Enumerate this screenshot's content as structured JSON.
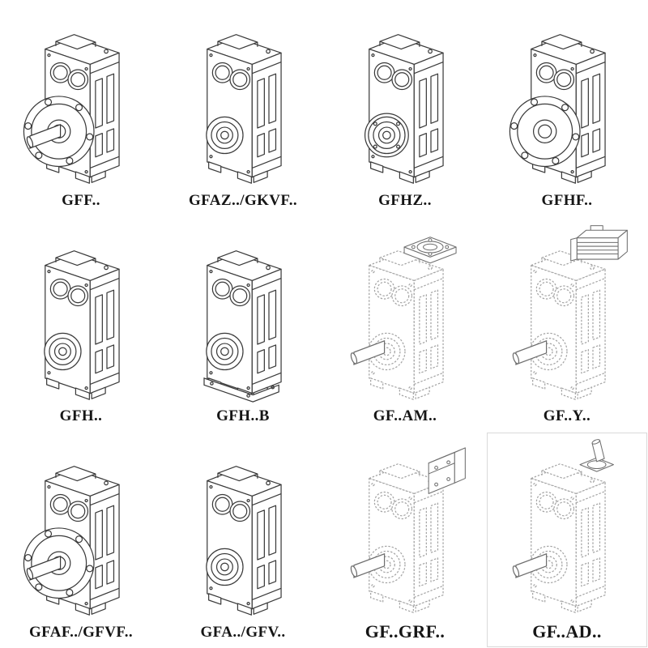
{
  "page": {
    "background": "#ffffff",
    "line_color": "#3a3a3a",
    "phantom_line_color": "#a3a3a3",
    "label_color": "#161616",
    "description_of_content": "Catalog grid of 12 isometric technical line drawings of parallel-shaft helical gear units, each with a bold model-code label"
  },
  "catalog": {
    "rows": 3,
    "columns": 4,
    "cells": [
      {
        "label": "GFF..",
        "linework": "solid",
        "drawing": "gearbox-output-flange-with-shaft"
      },
      {
        "label": "GFAZ../GKVF..",
        "linework": "solid",
        "drawing": "gearbox-hollow-shaft"
      },
      {
        "label": "GFHZ..",
        "linework": "solid",
        "drawing": "gearbox-hollow-shaft-shrink-disc"
      },
      {
        "label": "GFHF..",
        "linework": "solid",
        "drawing": "gearbox-flange-hollow-shaft"
      },
      {
        "label": "GFH..",
        "linework": "solid",
        "drawing": "gearbox-hollow-shaft"
      },
      {
        "label": "GFH..B",
        "linework": "solid",
        "drawing": "gearbox-hollow-shaft-foot-mounted"
      },
      {
        "label": "GF..AM..",
        "linework": "phantom",
        "drawing": "gearbox-iec-adapter-flange-on-top"
      },
      {
        "label": "GF..Y..",
        "linework": "phantom",
        "drawing": "gearbox-with-mounted-motor"
      },
      {
        "label": "GFAF../GFVF..",
        "linework": "solid",
        "drawing": "gearbox-output-flange-with-shaft"
      },
      {
        "label": "GFA../GFV..",
        "linework": "solid",
        "drawing": "gearbox-hollow-shaft"
      },
      {
        "label": "GF..GRF..",
        "linework": "phantom",
        "drawing": "gearbox-with-cover-unit"
      },
      {
        "label": "GF..AD..",
        "linework": "phantom",
        "drawing": "gearbox-with-top-input-shaft"
      }
    ]
  }
}
